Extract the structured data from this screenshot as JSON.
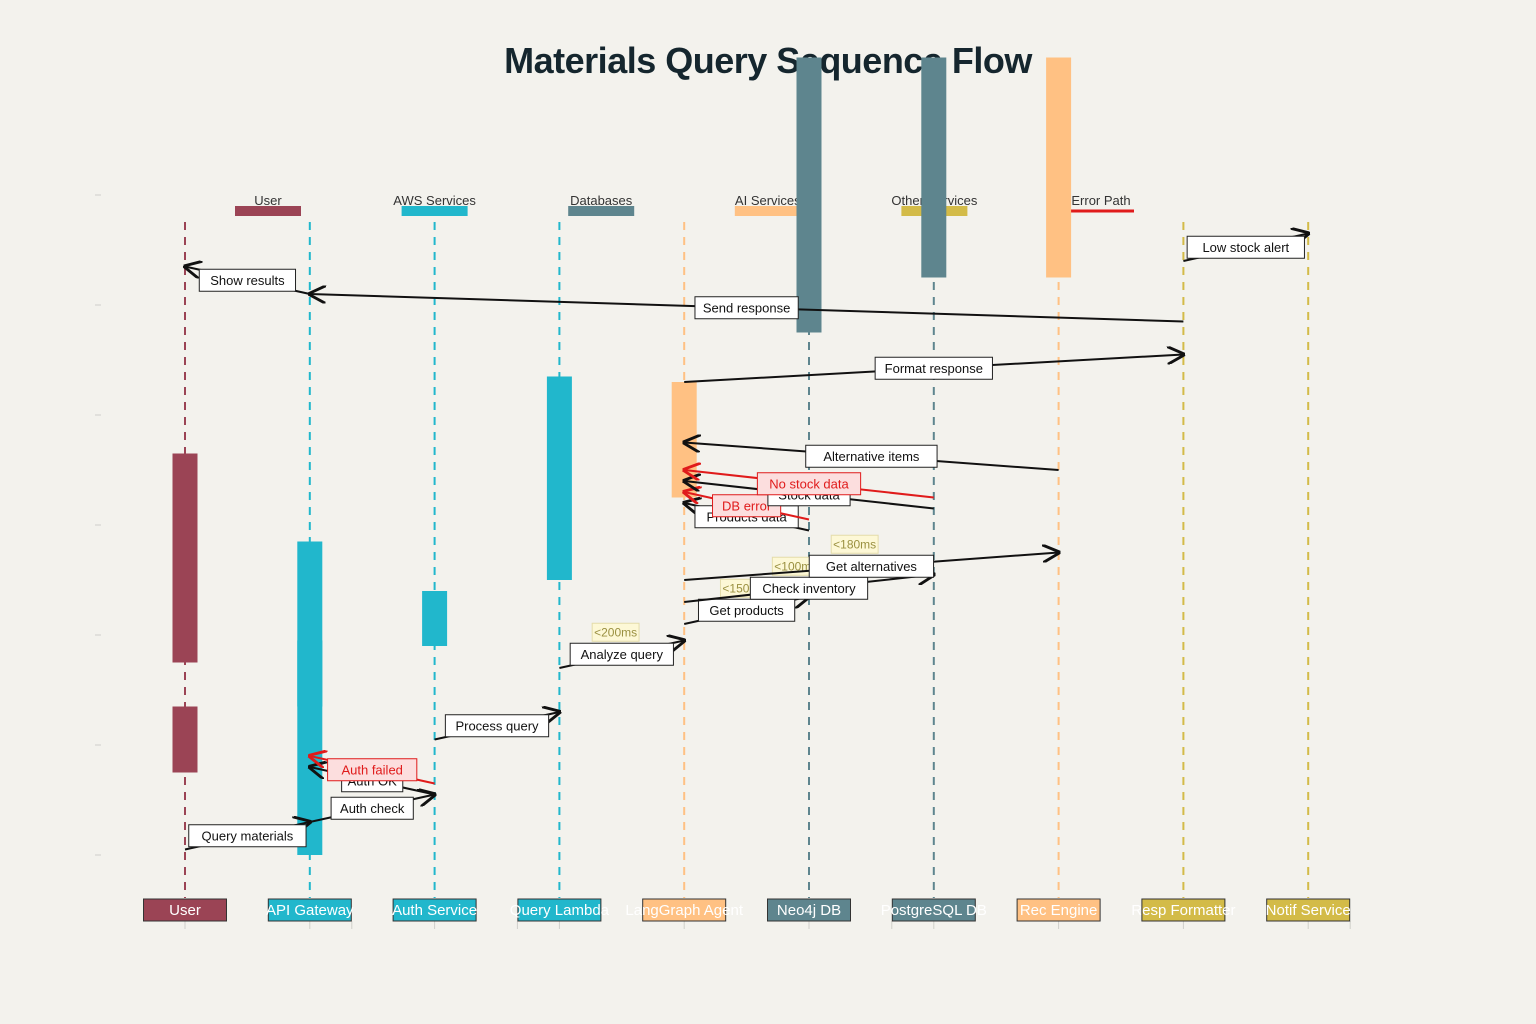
{
  "title": "Materials Query Sequence Flow",
  "colors": {
    "user": "#9b4455",
    "aws": "#21b7cc",
    "db": "#5e858e",
    "ai": "#ffc183",
    "other": "#d3bb48",
    "error": "#e01b1b",
    "arrow": "#111111",
    "timing_bg": "#fdf8d6",
    "timing_text": "#9a9040",
    "error_bg": "#fcdede",
    "background": "#f3f2ed"
  },
  "legend": [
    {
      "label": "User",
      "group": "user"
    },
    {
      "label": "AWS Services",
      "group": "aws"
    },
    {
      "label": "Databases",
      "group": "db"
    },
    {
      "label": "AI Services",
      "group": "ai"
    },
    {
      "label": "Other Services",
      "group": "other"
    },
    {
      "label": "Error Path",
      "group": "error"
    }
  ],
  "participants": [
    {
      "label": "User",
      "group": "user"
    },
    {
      "label": "API Gateway",
      "group": "aws"
    },
    {
      "label": "Auth Service",
      "group": "aws"
    },
    {
      "label": "Query Lambda",
      "group": "aws"
    },
    {
      "label": "LangGraph Agent",
      "group": "ai"
    },
    {
      "label": "Neo4j DB",
      "group": "db"
    },
    {
      "label": "PostgreSQL DB",
      "group": "db"
    },
    {
      "label": "Rec Engine",
      "group": "ai"
    },
    {
      "label": "Resp Formatter",
      "group": "other"
    },
    {
      "label": "Notif Service",
      "group": "other"
    }
  ],
  "activations": [
    {
      "participant": 0,
      "from": 3.5,
      "to": 7.3
    },
    {
      "participant": 0,
      "from": 1.5,
      "to": 2.7
    },
    {
      "participant": 1,
      "from": 2.7,
      "to": 3.9
    },
    {
      "participant": 1,
      "from": 0,
      "to": 5.7
    },
    {
      "participant": 2,
      "from": 3.8,
      "to": 4.8
    },
    {
      "participant": 3,
      "from": 5.0,
      "to": 8.7
    },
    {
      "participant": 4,
      "from": 6.5,
      "to": 8.6
    },
    {
      "participant": 5,
      "from": 9.5,
      "to": 14.5
    },
    {
      "participant": 6,
      "from": 10.5,
      "to": 14.5
    },
    {
      "participant": 7,
      "from": 10.5,
      "to": 14.5
    },
    {
      "participant": 8,
      "from": 16.5,
      "to": 19.0
    },
    {
      "participant": 9,
      "from": 19.0,
      "to": 20.0
    }
  ],
  "messages": [
    {
      "from": 0,
      "to": 1,
      "t0": 0.1,
      "t1": 0.6,
      "label": "Query materials",
      "error": false
    },
    {
      "from": 1,
      "to": 2,
      "t0": 0.6,
      "t1": 1.1,
      "label": "Auth check",
      "error": false
    },
    {
      "from": 2,
      "to": 1,
      "t0": 1.1,
      "t1": 1.6,
      "label": "Auth OK",
      "error": false
    },
    {
      "from": 2,
      "to": 1,
      "t0": 1.3,
      "t1": 1.8,
      "label": "Auth failed",
      "error": true
    },
    {
      "from": 2,
      "to": 3,
      "t0": 2.1,
      "t1": 2.6,
      "label": "Process query",
      "error": false
    },
    {
      "from": 3,
      "to": 4,
      "t0": 3.4,
      "t1": 3.9,
      "label": "Analyze query",
      "timing": "<200ms",
      "error": false
    },
    {
      "from": 4,
      "to": 5,
      "t0": 4.2,
      "t1": 4.7,
      "label": "Get products",
      "timing": "<150ms",
      "error": false
    },
    {
      "from": 4,
      "to": 6,
      "t0": 4.6,
      "t1": 5.1,
      "label": "Check inventory",
      "timing": "<100ms",
      "error": false
    },
    {
      "from": 4,
      "to": 7,
      "t0": 5.0,
      "t1": 5.5,
      "label": "Get alternatives",
      "timing": "<180ms",
      "error": false
    },
    {
      "from": 5,
      "to": 4,
      "t0": 5.9,
      "t1": 6.4,
      "label": "Products data",
      "error": false
    },
    {
      "from": 5,
      "to": 4,
      "t0": 6.1,
      "t1": 6.6,
      "label": "DB error",
      "error": true
    },
    {
      "from": 6,
      "to": 4,
      "t0": 6.3,
      "t1": 6.8,
      "label": "Stock data",
      "error": false
    },
    {
      "from": 6,
      "to": 4,
      "t0": 6.5,
      "t1": 7.0,
      "label": "No stock data",
      "error": true
    },
    {
      "from": 7,
      "to": 4,
      "t0": 7.0,
      "t1": 7.5,
      "label": "Alternative items",
      "error": false
    },
    {
      "from": 4,
      "to": 8,
      "t0": 8.6,
      "t1": 9.1,
      "label": "Format response",
      "error": false
    },
    {
      "from": 8,
      "to": 1,
      "t0": 9.7,
      "t1": 10.2,
      "label": "Send response",
      "error": false
    },
    {
      "from": 1,
      "to": 0,
      "t0": 10.2,
      "t1": 10.7,
      "label": "Show results",
      "error": false
    },
    {
      "from": 8,
      "to": 9,
      "t0": 10.8,
      "t1": 11.3,
      "label": "Low stock alert",
      "error": false
    }
  ]
}
